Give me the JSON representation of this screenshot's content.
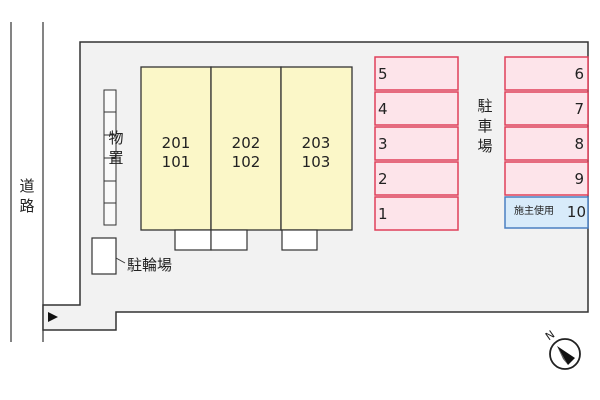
{
  "road_label": [
    "道",
    "路"
  ],
  "storage_label": [
    "物",
    "置"
  ],
  "bike_parking_label": "駐輪場",
  "parking_label": [
    "駐",
    "車",
    "場"
  ],
  "units": [
    {
      "upper": "201",
      "lower": "101"
    },
    {
      "upper": "202",
      "lower": "102"
    },
    {
      "upper": "203",
      "lower": "103"
    }
  ],
  "left_spaces": [
    "5",
    "4",
    "3",
    "2",
    "1"
  ],
  "right_spaces": [
    "6",
    "7",
    "8",
    "9"
  ],
  "owner_space": {
    "caption": "施主使用",
    "number": "10"
  },
  "entrance_icon": "triangle-arrow-icon",
  "north_icon": "north-arrow-icon",
  "north_letter": "N",
  "colors": {
    "lot": "#f2f2f2",
    "building": "#fbf7c8",
    "parking_fill": "#fde4ea",
    "parking_border": "#e0405a",
    "owner_fill": "#d8ebfa",
    "owner_border": "#4a7fc1"
  }
}
